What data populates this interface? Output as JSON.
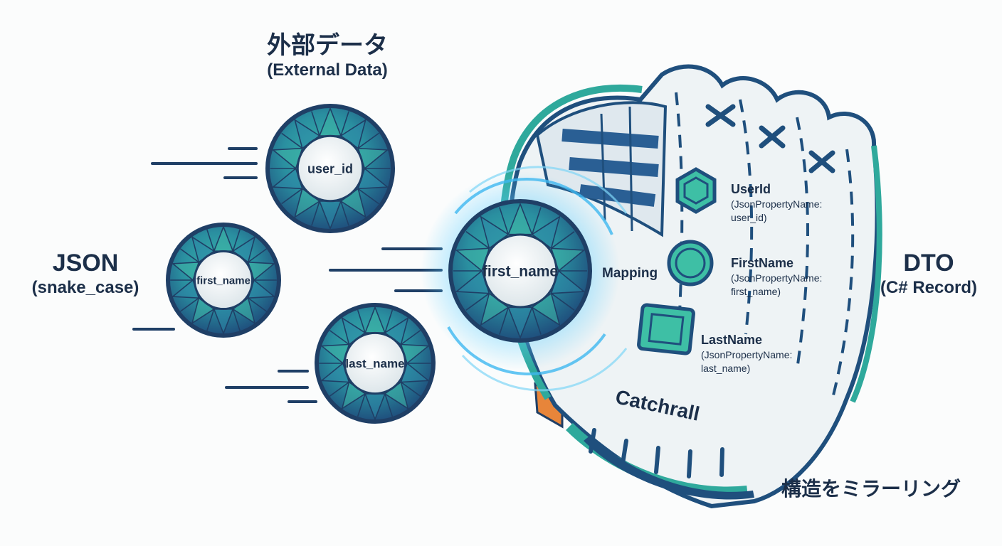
{
  "labels": {
    "external_data_jp": "外部データ",
    "external_data_en": "(External Data)",
    "json_title": "JSON",
    "json_subtitle": "(snake_case)",
    "dto_title": "DTO",
    "dto_subtitle": "(C# Record)",
    "mapping": "Mapping",
    "catchall": "Catchrall",
    "mirror_structure": "構造をミラーリング"
  },
  "balls": [
    {
      "id": "user_id",
      "text": "user_id"
    },
    {
      "id": "first_name_left",
      "text": "first_name"
    },
    {
      "id": "last_name",
      "text": "last_name"
    },
    {
      "id": "first_name_caught",
      "text": "first_name"
    }
  ],
  "properties": [
    {
      "name": "UserId",
      "annotation": "(JsonPropertyName:",
      "json_key": "user_id)",
      "icon": "hexagon-icon"
    },
    {
      "name": "FirstName",
      "annotation": "(JsonPropertyName:",
      "json_key": "first_name)",
      "icon": "circle-icon"
    },
    {
      "name": "LastName",
      "annotation": "(JsonPropertyName:",
      "json_key": "last_name)",
      "icon": "square-icon"
    }
  ],
  "colors": {
    "navy": "#1f4f7d",
    "dark_text": "#1c2f49",
    "teal": "#2fa99c",
    "teal_light": "#5cc9b6",
    "glow": "#3fb8f0",
    "orange": "#e7853a"
  }
}
